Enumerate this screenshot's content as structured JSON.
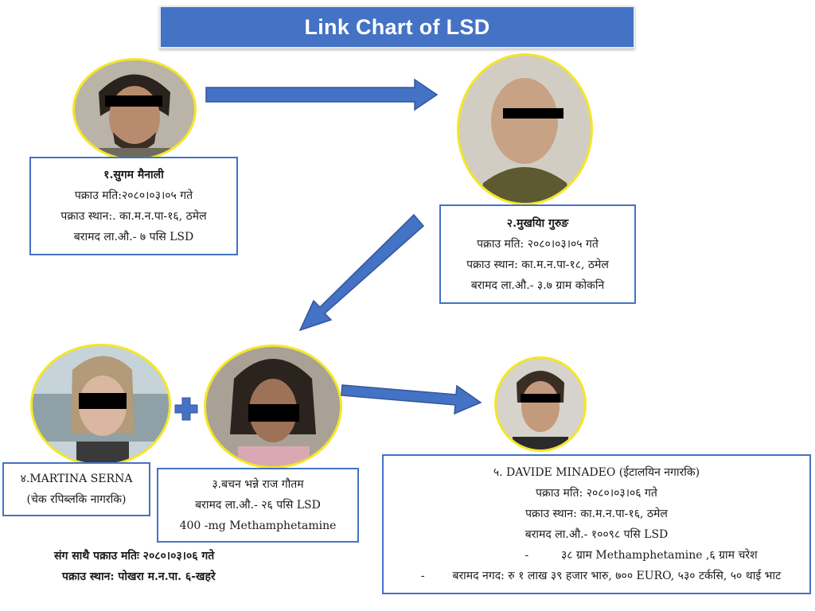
{
  "title": "Link Chart of LSD",
  "colors": {
    "accent": "#4472c4",
    "photo_border": "#f5e625",
    "censor_bar": "#000000"
  },
  "persons": [
    {
      "lines": [
        "१.सुगम मैनाली",
        "पक्राउ मति:२०८०।०३।०५ गते",
        "पक्राउ स्थान:. का.म.न.पा-१६, ठमेल",
        "बरामद ला.औ.- ७ पसि LSD"
      ]
    },
    {
      "lines": [
        "२.मुखयिा गुरुङ",
        "पक्राउ मति: २०८०।०३।०५ गते",
        "पक्राउ स्थान: का.म.न.पा-१८, ठमेल",
        "बरामद ला.औ.- ३.७ ग्राम कोकनि"
      ]
    },
    {
      "lines": [
        "३.बचन भन्ने राज गौतम",
        "बरामद ला.औ.- २६ पसि LSD",
        "400 -mg Methamphetamine"
      ]
    },
    {
      "lines": [
        "४.MARTINA SERNA",
        "(चेक रपिब्लकि नागरकि)"
      ]
    },
    {
      "lines": [
        "५. DAVIDE MINADEO (ईटालयिन नगारकि)",
        "पक्राउ मति: २०८०।०३।०६ गते",
        "पक्राउ स्थान: का.म.न.पा-१६, ठमेल",
        "बरामद ला.औ.- १००९८ पसि LSD"
      ],
      "items": [
        "-",
        "३८ ग्राम Methamphetamine ,६ ग्राम चरेश",
        "-",
        "बरामद नगद: रु १ लाख ३९ हजार भारु, ७०० EURO, ५३० टर्कसि, ५० थाई भाट"
      ]
    }
  ],
  "joint_arrest": {
    "line1": "संग साथै पक्राउ मतिः २०८०।०३।०६ गते",
    "line2": "पक्राउ स्थान: पोखरा म.न.पा. ६-खहरे"
  },
  "plus_symbol": "+",
  "icons": [
    "arrow-right-icon",
    "arrow-down-left-icon",
    "plus-icon"
  ]
}
